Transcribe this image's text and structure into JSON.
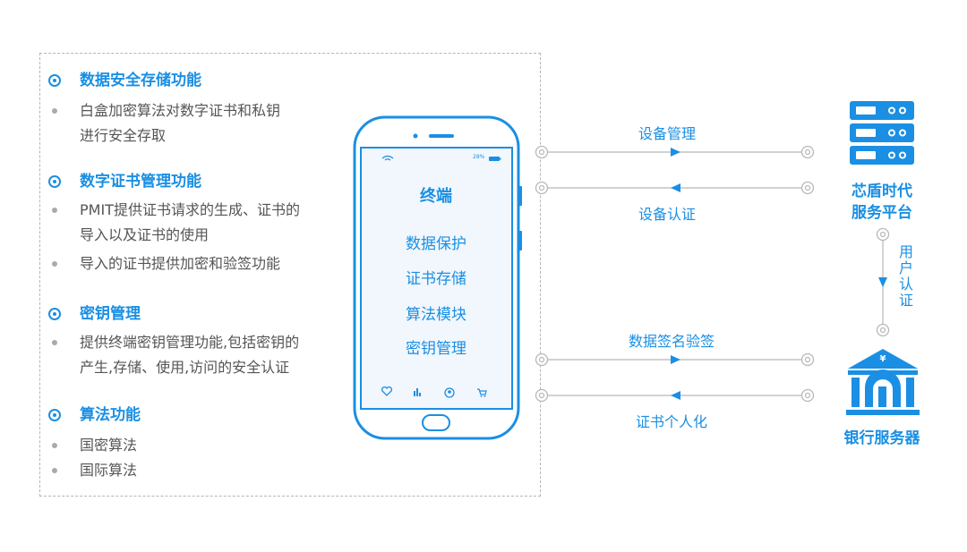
{
  "features": {
    "sections": [
      {
        "title": "数据安全存储功能",
        "items": [
          "白盒加密算法对数字证书和私钥\n进行安全存取"
        ]
      },
      {
        "title": "数字证书管理功能",
        "items": [
          "PMIT提供证书请求的生成、证书的\n导入以及证书的使用",
          "导入的证书提供加密和验签功能"
        ]
      },
      {
        "title": "密钥管理",
        "items": [
          "提供终端密钥管理功能,包括密钥的\n产生,存储、使用,访问的安全认证"
        ]
      },
      {
        "title": "算法功能",
        "items": [
          "国密算法",
          "国际算法"
        ]
      }
    ]
  },
  "phone": {
    "status_battery": "28%",
    "title": "终端",
    "menu": [
      "数据保护",
      "证书存储",
      "算法模块",
      "密钥管理"
    ],
    "nav_icons": [
      "heart-icon",
      "chart-icon",
      "user-icon",
      "cart-icon"
    ]
  },
  "links": {
    "device_mgmt": "设备管理",
    "device_auth": "设备认证",
    "data_sign": "数据签名验签",
    "cert_personal": "证书个人化",
    "user_auth": "用户认证"
  },
  "nodes": {
    "platform": "芯盾时代\n服务平台",
    "bank": "银行服务器",
    "bank_symbol": "¥"
  },
  "colors": {
    "accent": "#1a8fe3",
    "line": "#b8b8b8",
    "bullet": "#aaaaaa",
    "text": "#555555"
  }
}
